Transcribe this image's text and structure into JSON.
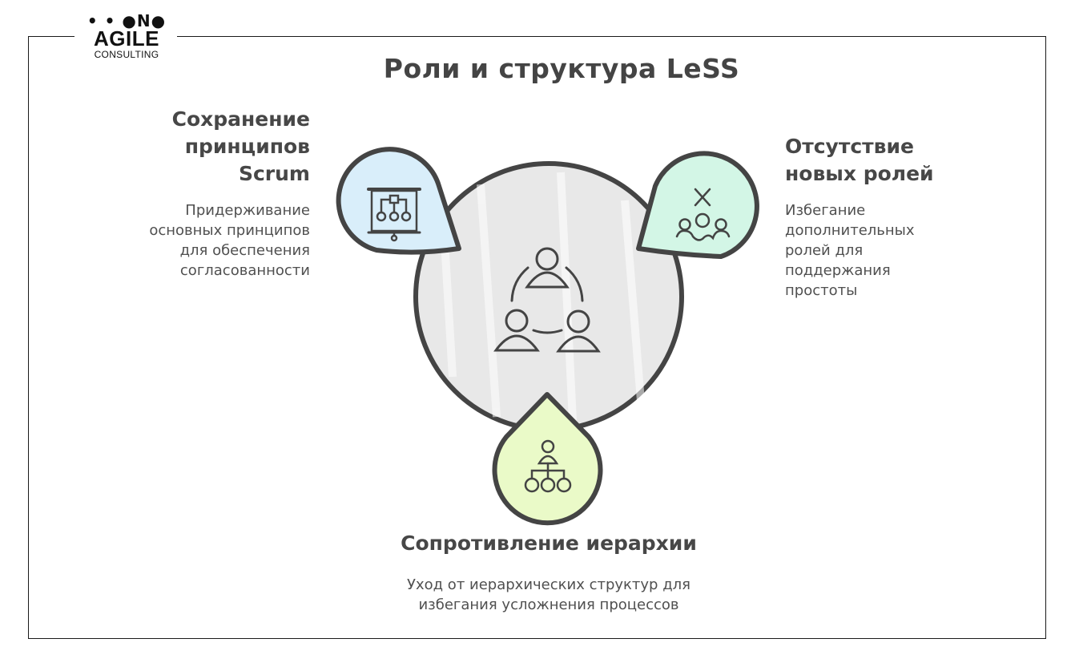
{
  "logo": {
    "dots": "• • ●N●",
    "main": "AGILE",
    "sub": "CONSULTING"
  },
  "title": "Роли и структура LeSS",
  "center": {
    "icon": "team-circle-icon",
    "fill": "#e8e8e8"
  },
  "nodes": [
    {
      "id": "scrum",
      "title_lines": [
        "Сохранение",
        "принципов",
        "Scrum"
      ],
      "desc_lines": [
        "Придерживание",
        "основных принципов",
        "для обеспечения",
        "согласованности"
      ],
      "icon": "presentation-hierarchy-icon",
      "color": "#d9eefa"
    },
    {
      "id": "no-roles",
      "title_lines": [
        "Отсутствие",
        "новых ролей"
      ],
      "desc_lines": [
        "Избегание",
        "дополнительных",
        "ролей для",
        "поддержания",
        "простоты"
      ],
      "icon": "no-new-roles-icon",
      "color": "#d3f6e6"
    },
    {
      "id": "hierarchy",
      "title_lines": [
        "Сопротивление иерархии"
      ],
      "desc_lines": [
        "Уход от иерархических структур для",
        "избегания усложнения процессов"
      ],
      "icon": "org-hierarchy-icon",
      "color": "#eafac8"
    }
  ],
  "colors": {
    "stroke": "#444444",
    "text": "#444444",
    "frame": "#1a1a1a"
  }
}
